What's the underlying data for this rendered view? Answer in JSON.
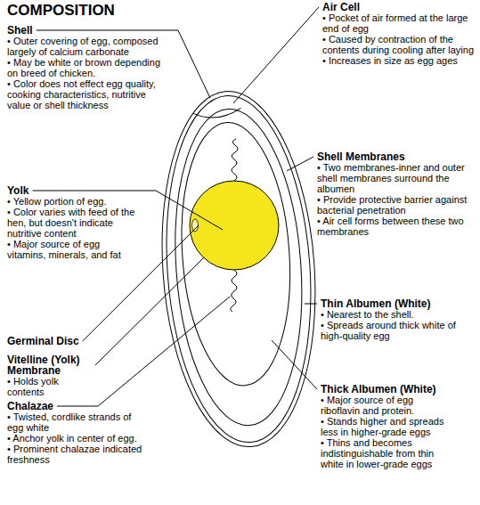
{
  "diagram": {
    "title": "COMPOSITION",
    "labels": [
      "Shell",
      "• Outer covering of egg, composed largely of calcium carbonate",
      "• May be white or brown depending on breed of chicken.",
      "• Color does not effect egg quality, cooking characteristics, nutritive value or shell thickness",
      "Yolk",
      "• Yellow portion of egg.",
      "• Color varies with feed of the hen, but doesn't indicate nutritive content",
      "• Major source of egg vitamins, minerals, and fat",
      "Germinal Disc",
      "Vitelline (Yolk) Membrane",
      "• Holds yolk contents",
      "Chalazae",
      "• Twisted, cordlike strands of egg white",
      "• Anchor yolk in center of egg.",
      "• Prominent chalazae indicated freshness",
      "Air Cell",
      "• Pocket of air formed at the large end of egg",
      "• Caused by contraction of the contents during cooling after laying",
      "• Increases in size as egg ages",
      "Shell Membranes",
      "• Two membranes-inner and outer shell membranes surround the albumen",
      "• Provide protective barrier against bacterial penetration",
      "• Air cell forms between these two membranes",
      "Thin Albumen (White)",
      "• Nearest to the shell.",
      "• Spreads around thick white of high-quality egg",
      "Thick Albumen (White)",
      "• Major source of egg riboflavin and protein.",
      "• Stands higher and spreads less in higher-grade eggs",
      "• Thins and becomes indistinguishable from thin white in lower-grade eggs"
    ]
  }
}
